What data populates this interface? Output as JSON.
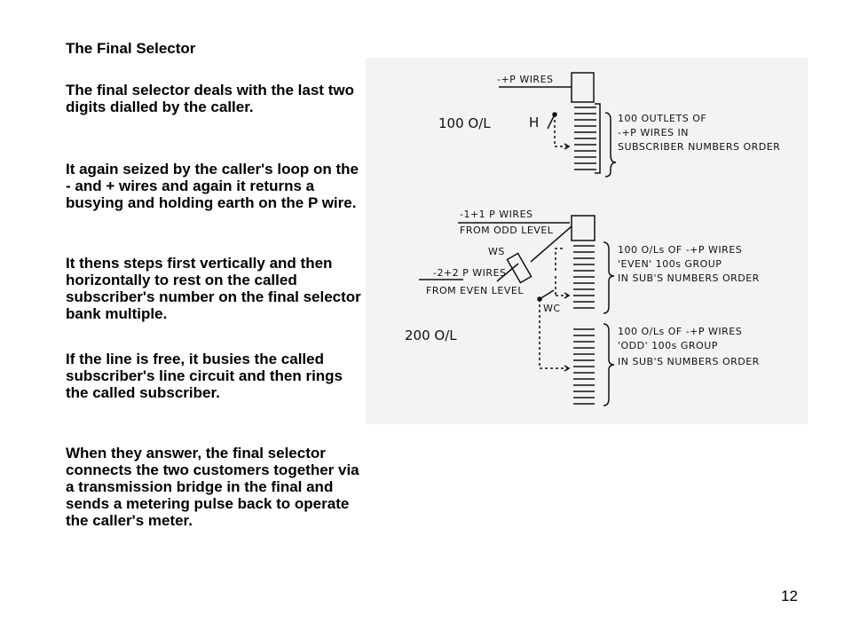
{
  "title": "The Final Selector",
  "paragraphs": [
    "The final selector deals with the last two digits dialled by the caller.",
    "It again seized by the caller's loop on the - and + wires and again it returns a busying and holding earth on the P wire.",
    "It thens steps first vertically and then horizontally to rest on the called subscriber's number on the final selector bank multiple.",
    "If the line is free, it busies the called subscriber's line circuit and then rings the called subscriber.",
    "When they answer, the final selector connects the two customers together via a transmission bridge in the final and sends a metering pulse back to operate the caller's meter."
  ],
  "diagram": {
    "top": {
      "wires_label": "-+P WIRES",
      "ol_label": "100 O/L",
      "h_label": "H",
      "outlets_line1": "100 OUTLETS OF",
      "outlets_line2": "-+P WIRES IN",
      "outlets_line3": "SUBSCRIBER NUMBERS ORDER"
    },
    "bottom": {
      "odd_wires_line1": "-1+1 P WIRES",
      "odd_wires_line2": "FROM ODD LEVEL",
      "ws_label": "WS",
      "even_wires_line1": "-2+2 P WIRES",
      "even_wires_line2": "FROM EVEN LEVEL",
      "wc_label": "WC",
      "ol_label": "200 O/L",
      "even_line1": "100 O/Ls OF -+P WIRES",
      "even_line2": "'EVEN' 100s GROUP",
      "even_line3": "IN SUB'S NUMBERS ORDER",
      "odd_line1": "100 O/Ls OF -+P WIRES",
      "odd_line2": "'ODD' 100s GROUP",
      "odd_line3": "IN SUB'S NUMBERS ORDER"
    }
  },
  "page_number": "12"
}
